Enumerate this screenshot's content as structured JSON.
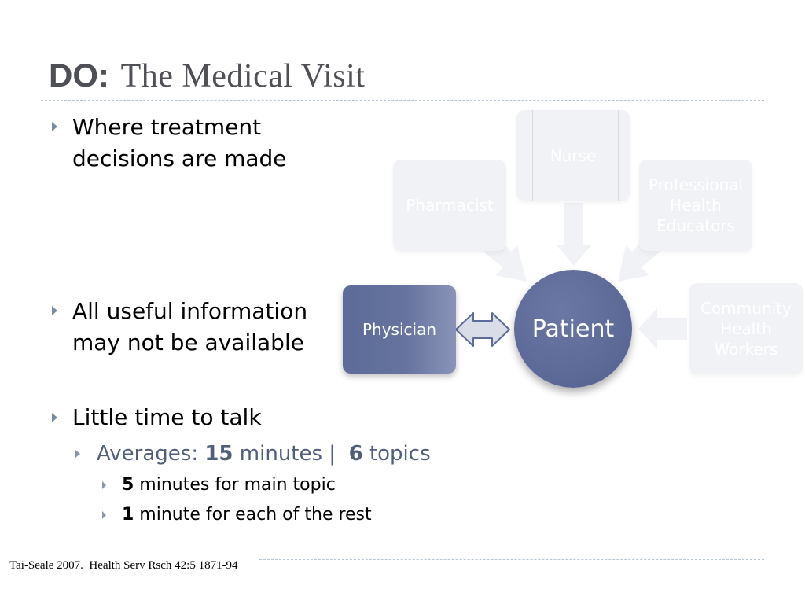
{
  "title": {
    "bold": "DO:",
    "rest": "The Medical Visit"
  },
  "bullets": [
    {
      "text": "Where treatment decisions are made"
    },
    {
      "text": "All useful information may not be available"
    },
    {
      "text": "Little time to talk"
    }
  ],
  "sub": {
    "prefix": "Averages: ",
    "minutes_num": "15",
    "minutes_label": " minutes |  ",
    "topics_num": "6",
    "topics_label": " topics"
  },
  "subsub": [
    {
      "num": "5",
      "text": " minutes for main topic"
    },
    {
      "num": "1",
      "text": " minute for each of the rest"
    }
  ],
  "diagram": {
    "center": "Patient",
    "physician": "Physician",
    "nurse": "Nurse",
    "pharmacist": "Pharmacist",
    "professional": "Professional Health Educators",
    "community": "Community Health Workers"
  },
  "citation": "Tai-Seale 2007.  Health Serv Rsch 42:5 1871-94",
  "colors": {
    "title": "#4f5055",
    "accent": "#5d6b99",
    "faded_box": "#f1f2f6",
    "sub_text": "#4f5f7a"
  }
}
